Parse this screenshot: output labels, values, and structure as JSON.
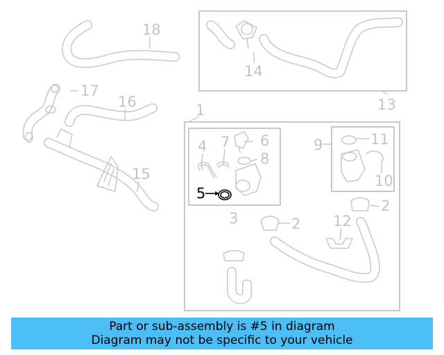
{
  "diagram": {
    "callouts": [
      "1",
      "2",
      "2",
      "2",
      "3",
      "4",
      "5",
      "6",
      "7",
      "8",
      "9",
      "10",
      "11",
      "12",
      "13",
      "14",
      "15",
      "16",
      "17",
      "18"
    ],
    "highlighted": "5"
  },
  "banner": {
    "line1": "Part or sub-assembly is #5 in diagram",
    "line2": "Diagram may not be specific to your vehicle",
    "color": "#4dbdf5"
  }
}
